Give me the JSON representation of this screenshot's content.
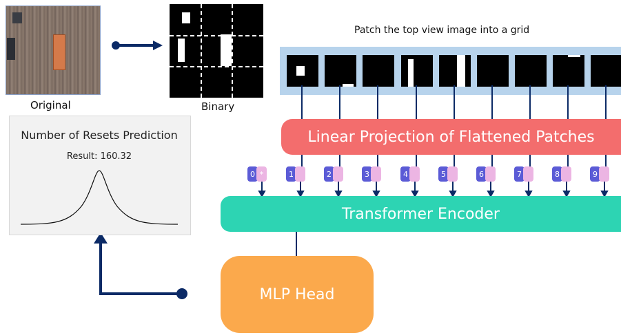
{
  "inputs": {
    "original_caption": "Original",
    "binary_caption": "Binary"
  },
  "patch_strip": {
    "title": "Patch the top view image into a grid"
  },
  "blocks": {
    "linear_projection": "Linear Projection of Flattened Patches",
    "transformer_encoder": "Transformer Encoder",
    "mlp_head": "MLP Head"
  },
  "tokens": [
    "0",
    "1",
    "2",
    "3",
    "4",
    "5",
    "6",
    "7",
    "8",
    "9"
  ],
  "class_token_mark": "*",
  "result_panel": {
    "title": "Number of Resets Prediction",
    "result": "Result: 160.32"
  },
  "colors": {
    "linear_projection": "#f36d6d",
    "transformer_encoder": "#2dd4b3",
    "mlp_head": "#fba94c",
    "token_index": "#5b5bd6",
    "token_embedding": "#ecb5e3",
    "arrow": "#0b2a66",
    "patch_strip": "#b7d3ec"
  }
}
